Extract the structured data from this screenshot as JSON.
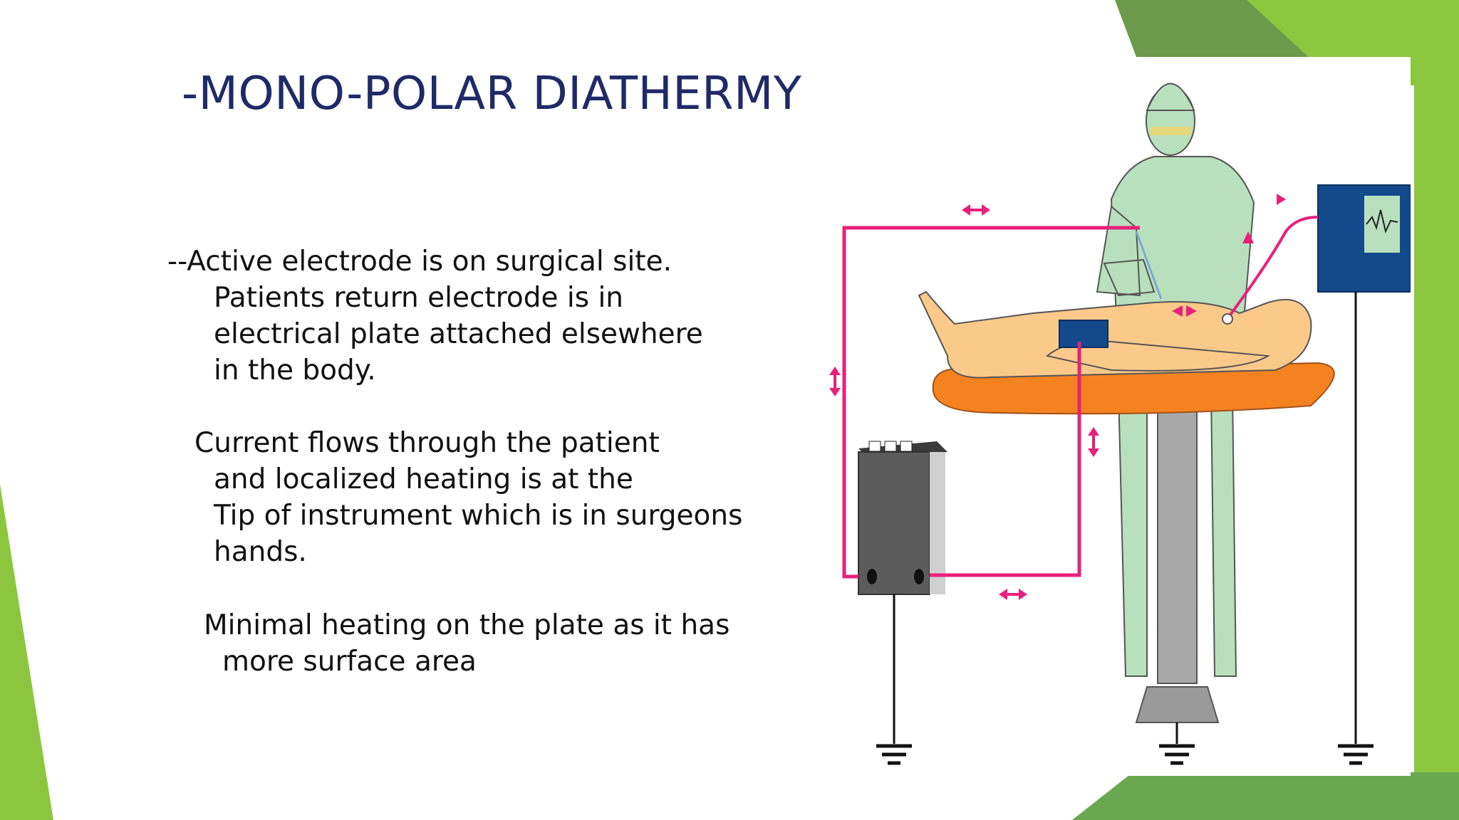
{
  "slide": {
    "title": "-MONO-POLAR DIATHERMY",
    "paragraphs": [
      {
        "lines": [
          "--Active electrode is on surgical site.",
          "Patients return electrode is in",
          "electrical plate attached elsewhere",
          "in the body."
        ]
      },
      {
        "lines": [
          "Current flows through the patient",
          "and localized heating is at the",
          "Tip of instrument which is in surgeons",
          "hands."
        ]
      },
      {
        "lines": [
          "Minimal heating on the plate as it has",
          "more surface area"
        ]
      }
    ]
  },
  "colors": {
    "accent_green": "#8cc63f",
    "dark_green": "#5f9a3a",
    "title_blue": "#1f2a66",
    "wire_pink": "#e8207a",
    "gown_green": "#b9e0bd",
    "skin": "#fbc98a",
    "mattress": "#f58220",
    "monitor_blue": "#124a8c",
    "generator_gray": "#5c5c5c"
  },
  "icons": [
    "arrow-icon",
    "ground-symbol-icon",
    "waveform-icon"
  ]
}
